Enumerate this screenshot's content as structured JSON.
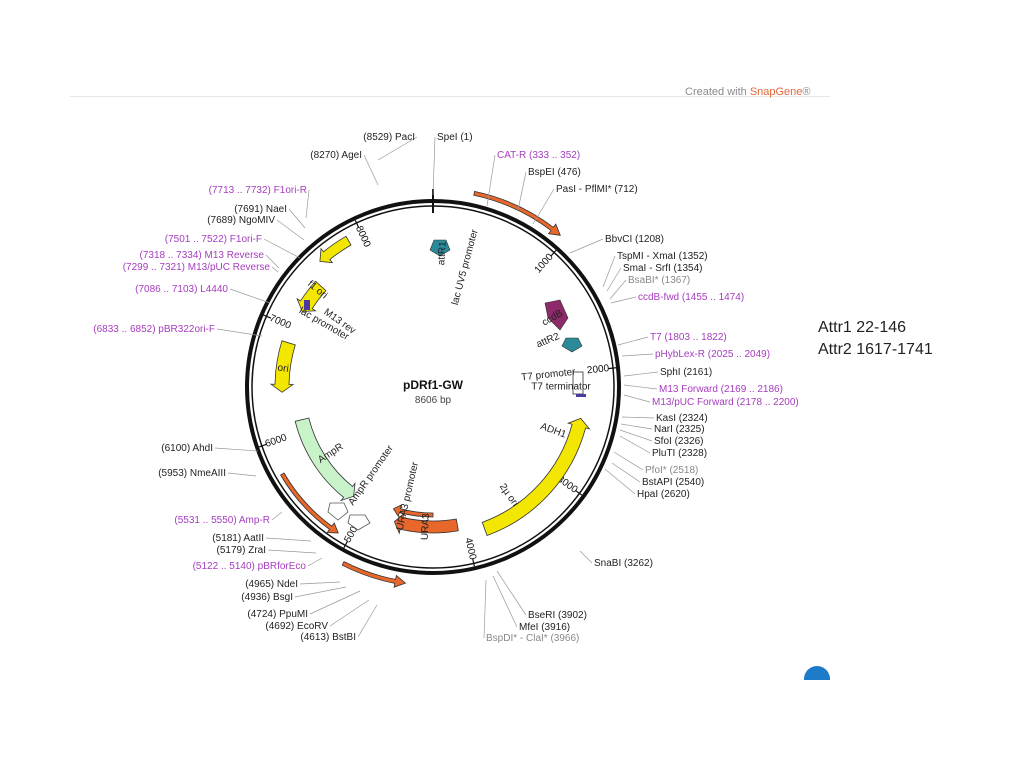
{
  "credit": {
    "prefix": "Created with ",
    "brand": "SnapGene",
    "suffix": "®"
  },
  "plasmid": {
    "name": "pDRf1-GW",
    "size": "8606 bp"
  },
  "ticks": [
    "1000",
    "2000",
    "3000",
    "4000",
    "5000",
    "6000",
    "7000",
    "8000"
  ],
  "features": [
    {
      "name": "attR1",
      "angle": 4
    },
    {
      "name": "lac UV5 promoter",
      "angle": 15
    },
    {
      "name": "ccdB",
      "angle": 60
    },
    {
      "name": "attR2",
      "angle": 68
    },
    {
      "name": "T7 promoter",
      "angle": 84
    },
    {
      "name": "T7 terminator",
      "angle": 90
    },
    {
      "name": "ADH1",
      "angle": 110
    },
    {
      "name": "2µ ori",
      "angle": 145
    },
    {
      "name": "URA3",
      "angle": 183
    },
    {
      "name": "URA3 promoter",
      "angle": 193
    },
    {
      "name": "AmpR promoter",
      "angle": 215
    },
    {
      "name": "AmpR",
      "angle": 237
    },
    {
      "name": "ori",
      "angle": 277
    },
    {
      "name": "lac promoter",
      "angle": 300
    },
    {
      "name": "M13 rev",
      "angle": 305
    },
    {
      "name": "f1 ori",
      "angle": 310
    }
  ],
  "sites_left": [
    {
      "text": "(8529) PacI",
      "color": "#222"
    },
    {
      "text": "(8270) AgeI",
      "color": "#222"
    },
    {
      "text": "(7713 .. 7732) F1ori-R",
      "color": "#a63dbf"
    },
    {
      "text": "(7691) NaeI",
      "color": "#222"
    },
    {
      "text": "(7689) NgoMIV",
      "color": "#222"
    },
    {
      "text": "(7501 .. 7522) F1ori-F",
      "color": "#a63dbf"
    },
    {
      "text": "(7318 .. 7334) M13 Reverse",
      "color": "#a63dbf"
    },
    {
      "text": "(7299 .. 7321) M13/pUC Reverse",
      "color": "#a63dbf"
    },
    {
      "text": "(7086 .. 7103) L4440",
      "color": "#a63dbf"
    },
    {
      "text": "(6833 .. 6852) pBR322ori-F",
      "color": "#a63dbf"
    },
    {
      "text": "(6100) AhdI",
      "color": "#222"
    },
    {
      "text": "(5953) NmeAIII",
      "color": "#222"
    },
    {
      "text": "(5531 .. 5550) Amp-R",
      "color": "#a63dbf"
    },
    {
      "text": "(5181) AatII",
      "color": "#222"
    },
    {
      "text": "(5179) ZraI",
      "color": "#222"
    },
    {
      "text": "(5122 .. 5140) pBRforEco",
      "color": "#a63dbf"
    },
    {
      "text": "(4965) NdeI",
      "color": "#222"
    },
    {
      "text": "(4936) BsgI",
      "color": "#222"
    },
    {
      "text": "(4724) PpuMI",
      "color": "#222"
    },
    {
      "text": "(4692) EcoRV",
      "color": "#222"
    },
    {
      "text": "(4613) BstBI",
      "color": "#222"
    }
  ],
  "sites_right": [
    {
      "text": "SpeI  (1)",
      "color": "#222"
    },
    {
      "text": "CAT-R  (333 .. 352)",
      "color": "#a63dbf"
    },
    {
      "text": "BspEI  (476)",
      "color": "#222"
    },
    {
      "text": "PasI - PflMI*  (712)",
      "color": "#222"
    },
    {
      "text": "BbvCI  (1208)",
      "color": "#222"
    },
    {
      "text": "TspMI - XmaI  (1352)",
      "color": "#222"
    },
    {
      "text": "SmaI - SrfI  (1354)",
      "color": "#222"
    },
    {
      "text": "BsaBI*  (1367)",
      "color": "#888"
    },
    {
      "text": "ccdB-fwd  (1455 .. 1474)",
      "color": "#a63dbf"
    },
    {
      "text": "T7  (1803 .. 1822)",
      "color": "#a63dbf"
    },
    {
      "text": "pHybLex-R  (2025 .. 2049)",
      "color": "#a63dbf"
    },
    {
      "text": "SphI  (2161)",
      "color": "#222"
    },
    {
      "text": "M13 Forward  (2169 .. 2186)",
      "color": "#a63dbf"
    },
    {
      "text": "M13/pUC Forward  (2178 .. 2200)",
      "color": "#a63dbf"
    },
    {
      "text": "KasI  (2324)",
      "color": "#222"
    },
    {
      "text": "NarI  (2325)",
      "color": "#222"
    },
    {
      "text": "SfoI  (2326)",
      "color": "#222"
    },
    {
      "text": "PluTI  (2328)",
      "color": "#222"
    },
    {
      "text": "PfoI*  (2518)",
      "color": "#888"
    },
    {
      "text": "BstAPI  (2540)",
      "color": "#222"
    },
    {
      "text": "HpaI  (2620)",
      "color": "#222"
    },
    {
      "text": "SnaBI  (3262)",
      "color": "#222"
    },
    {
      "text": "BseRI  (3902)",
      "color": "#222"
    },
    {
      "text": "MfeI  (3916)",
      "color": "#222"
    },
    {
      "text": "BspDI* - ClaI*  (3966)",
      "color": "#888"
    }
  ],
  "notes": {
    "attr1": "Attr1 22-146",
    "attr2": "Attr2 1617-1741"
  },
  "colors": {
    "ring": "#111",
    "primer": "#a63dbf",
    "orange": "#e8672a",
    "yellow": "#f3e600",
    "green": "#c8f2c8",
    "teal": "#2a8a9a",
    "purple": "#8e2a6a"
  }
}
